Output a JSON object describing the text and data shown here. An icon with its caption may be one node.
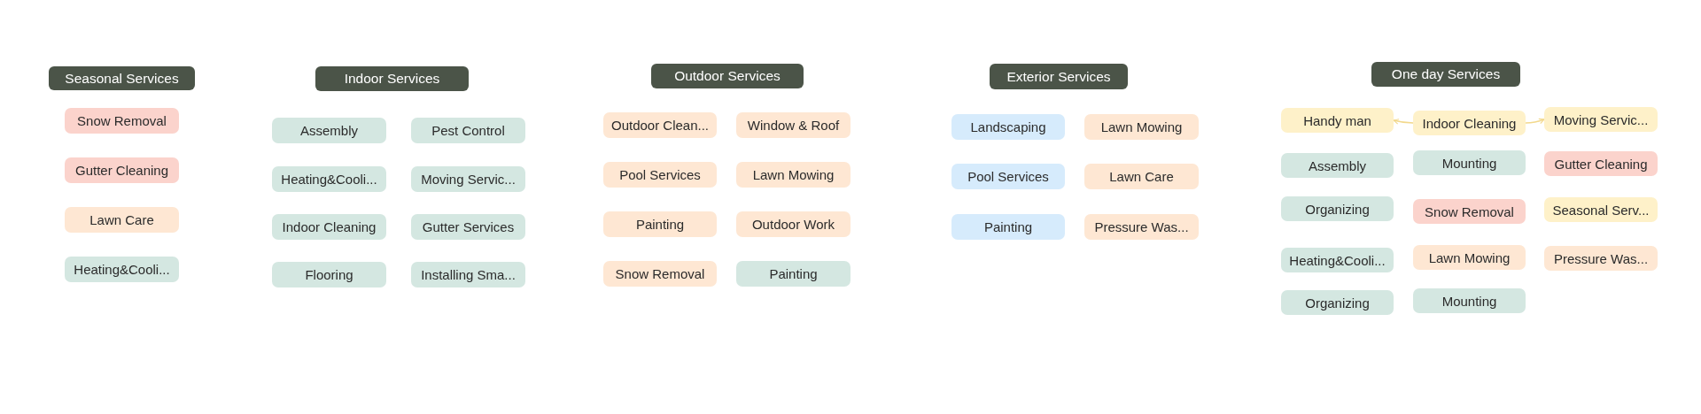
{
  "diagram": {
    "nodes": [
      {
        "text": [
          "Seasonal Services"
        ]
      },
      {
        "text": [
          "Snow Removal"
        ]
      },
      {
        "text": [
          "Gutter Cleaning"
        ]
      },
      {
        "text": [
          "Lawn Care"
        ]
      },
      {
        "text": [
          "Heating&Cooli..."
        ]
      },
      {
        "text": [
          "Indoor Services"
        ]
      },
      {
        "text": [
          "Assembly"
        ]
      },
      {
        "text": [
          "Pest Control"
        ]
      },
      {
        "text": [
          "Heating&Cooli..."
        ]
      },
      {
        "text": [
          "Moving Servic..."
        ]
      },
      {
        "text": [
          "Indoor Cleaning"
        ]
      },
      {
        "text": [
          "Gutter Services"
        ]
      },
      {
        "text": [
          "Flooring"
        ]
      },
      {
        "text": [
          "Installing Sma..."
        ]
      },
      {
        "text": [
          "Outdoor Services"
        ]
      },
      {
        "text": [
          "Outdoor Clean..."
        ]
      },
      {
        "text": [
          "Window & Roof"
        ]
      },
      {
        "text": [
          "Pool Services"
        ]
      },
      {
        "text": [
          "Lawn Mowing"
        ]
      },
      {
        "text": [
          "Painting"
        ]
      },
      {
        "text": [
          "Outdoor Work"
        ]
      },
      {
        "text": [
          "Snow Removal"
        ]
      },
      {
        "text": [
          "Painting"
        ]
      },
      {
        "text": [
          "Exterior Services"
        ]
      },
      {
        "text": [
          "Landscaping"
        ]
      },
      {
        "text": [
          "Lawn Mowing"
        ]
      },
      {
        "text": [
          "Pool Services"
        ]
      },
      {
        "text": [
          "Lawn Care"
        ]
      },
      {
        "text": [
          "Painting"
        ]
      },
      {
        "text": [
          "Pressure Was..."
        ]
      },
      {
        "text": [
          "One day Services"
        ]
      },
      {
        "text": [
          "Handy man"
        ]
      },
      {
        "text": [
          "Indoor Cleaning"
        ]
      },
      {
        "text": [
          "Moving Servic..."
        ]
      },
      {
        "text": [
          "Assembly"
        ]
      },
      {
        "text": [
          "Mounting"
        ]
      },
      {
        "text": [
          "Gutter Cleaning"
        ]
      },
      {
        "text": [
          "Organizing"
        ]
      },
      {
        "text": [
          "Snow Removal"
        ]
      },
      {
        "text": [
          "Seasonal Serv..."
        ]
      },
      {
        "text": [
          "Heating&Cooli..."
        ]
      },
      {
        "text": [
          "Lawn Mowing"
        ]
      },
      {
        "text": [
          "Pressure Was..."
        ]
      },
      {
        "text": [
          "Organizing"
        ]
      },
      {
        "text": [
          "Mounting"
        ]
      }
    ],
    "edges": [
      {
        "from": 32,
        "to": 31,
        "arrow": "to"
      },
      {
        "from": 32,
        "to": 33,
        "arrow": "to"
      }
    ]
  }
}
